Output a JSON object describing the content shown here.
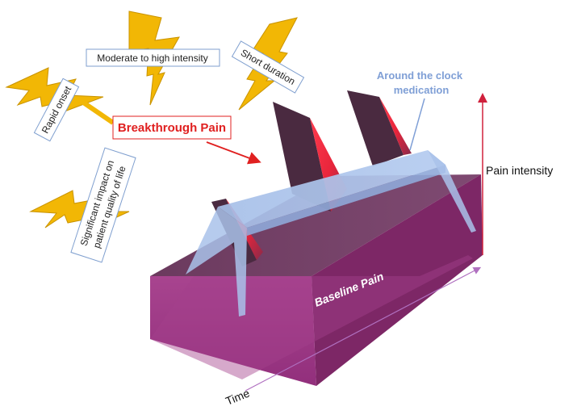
{
  "labels": {
    "breakthrough": "Breakthrough Pain",
    "moderate": "Moderate to high intensity",
    "short": "Short duration",
    "rapid": "Rapid onset",
    "significant_line1": "Significant impact on",
    "significant_line2": "patient quality of life",
    "atc_line1": "Around the clock",
    "atc_line2": "medication",
    "baseline": "Baseline Pain",
    "pain_intensity": "Pain intensity",
    "time": "Time"
  },
  "colors": {
    "bolt": "#f2b705",
    "bolt_edge": "#c99300",
    "box_front": "#a03a86",
    "box_top": "#7a3c6c",
    "box_side": "#7d2766",
    "peak_dark": "#4a2a40",
    "peak_red": "#e8253b",
    "band": "#a9c2ea",
    "breakthrough_text": "#e02020",
    "atc_text": "#7f9fd6",
    "axis_red": "#d0203c",
    "axis_purple": "#b070c0"
  }
}
